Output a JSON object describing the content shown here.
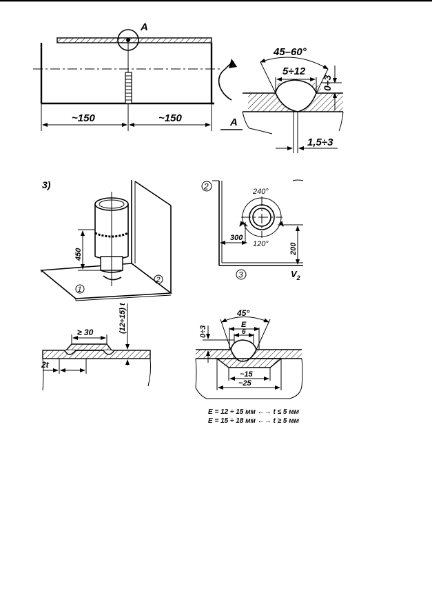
{
  "colors": {
    "ink": "#000000",
    "paper": "#ffffff"
  },
  "fig1": {
    "detail_label": "A",
    "dim_left": "~150",
    "dim_right": "~150",
    "angle": "45–60°",
    "gap_width": "5÷12",
    "height": "0÷3",
    "root_gap": "1,5÷3",
    "section_label": "A"
  },
  "fig2": {
    "tag_3": "3)",
    "height_label": "450",
    "marker_1": "1",
    "marker_2": "2"
  },
  "fig3": {
    "marker_2": "2",
    "angle_top": "240°",
    "angle_bottom": "120°",
    "dim_300": "300",
    "dim_200": "200",
    "marker_3": "3",
    "v_label": "V",
    "v_sub": "2"
  },
  "fig4": {
    "dim_30": "≥ 30",
    "dim_t": "(12÷15) t",
    "dim_2t": "2t"
  },
  "fig5": {
    "angle": "45°",
    "e_label": "E",
    "six": "6",
    "height": "0÷3",
    "dim_15": "~15",
    "dim_25": "~25",
    "note1": "E = 12 ÷ 15 мм ←→ t ≤ 5 мм",
    "note2": "E = 15 ÷ 18 мм ←→ t ≥ 5 мм"
  }
}
